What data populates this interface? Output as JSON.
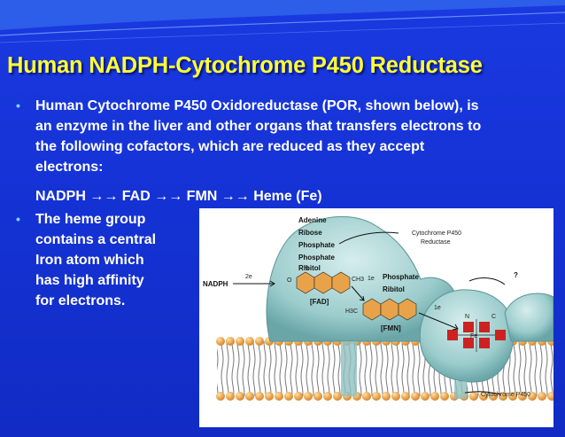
{
  "slide": {
    "title": "Human NADPH-Cytochrome P450 Reductase",
    "bullet1": "Human Cytochrome P450 Oxidoreductase (POR, shown below), is an enzyme in the liver and other organs that transfers electrons to the following cofactors, which are reduced as they accept electrons:",
    "cofactor_chain": "NADPH →→ FAD →→ FMN →→ Heme (Fe)",
    "bullet2": "The heme group\ncontains a central\n Iron atom which\nhas high affinity\nfor electrons."
  },
  "figure": {
    "adenine": "Adenine",
    "ribose": "Ribose",
    "phosphate1": "Phosphate",
    "phosphate2": "Phosphate",
    "ribitol1": "Ribitol",
    "phosphate3": "Phosphate",
    "ribitol2": "Ribitol",
    "fad": "[FAD]",
    "fmn": "[FMN]",
    "nadph": "NADPH",
    "electron_2e": "2e",
    "electron_1e_a": "1e",
    "electron_1e_b": "1e",
    "question": "?",
    "reductase_label_line1": "Cytochrome P450",
    "reductase_label_line2": "Reductase",
    "p450_label": "Cytochrome P450",
    "fe": "Fe",
    "n_letter": "N",
    "c_letter": "C",
    "ch3": "CH3",
    "h3c": "H3C",
    "o_letter": "O"
  },
  "colors": {
    "background": "#1533d6",
    "title": "#ffff33",
    "bullet_dot": "#7fd6ff",
    "text": "#ffffff",
    "protein": "#a9d4d4",
    "membrane": "#e8a34a",
    "heme_square": "#cc2222"
  }
}
